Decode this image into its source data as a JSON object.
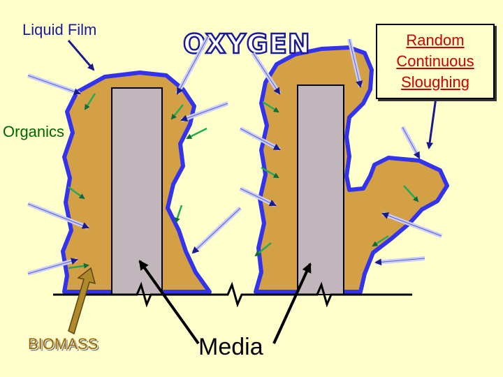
{
  "labels": {
    "liquid_film": "Liquid Film",
    "oxygen": "OXYGEN",
    "organics": "Organics",
    "biomass": "BIOMASS",
    "media": "Media",
    "sloughing": [
      "Random",
      "Continuous",
      "Sloughing"
    ]
  },
  "colors": {
    "background": "#ffffcc",
    "biomass": "#d4a045",
    "liquid_film": "#3333ee",
    "media": "#c0b6bc",
    "oxygen_arrow": "#c8ccff",
    "organics_arrow": "#22aa55",
    "sloughing_text": "#cc0000"
  }
}
